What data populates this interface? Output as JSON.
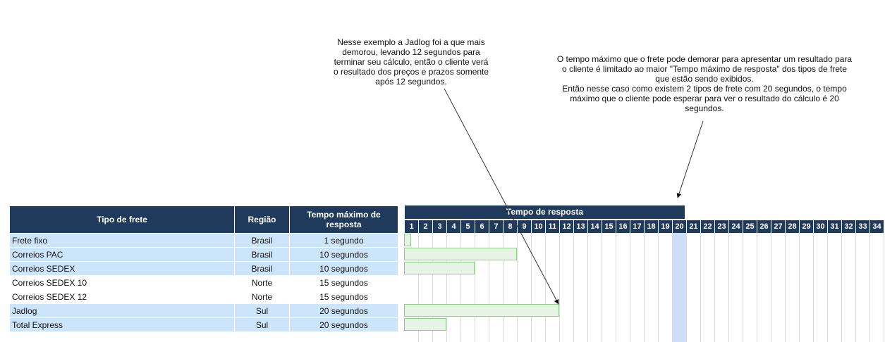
{
  "notes": {
    "jadlog": "Nesse exemplo a Jadlog foi a que mais\ndemorou, levando 12 segundos para\nterminar seu cálculo, então o cliente verá\no resultado dos preços e prazos somente\napós 12 segundos.",
    "max_time": "O tempo máximo que o frete pode demorar para apresentar um resultado para\no cliente é limitado ao maior \"Tempo máximo de resposta\" dos tipos de frete\nque estão sendo exibidos.\nEntão nesse caso como existem 2 tipos de frete com 20 segundos, o tempo\nmáximo que o cliente pode esperar para ver o resultado do cálculo é 20\nsegundos."
  },
  "table": {
    "headers": {
      "type": "Tipo de frete",
      "region": "Região",
      "max_time": "Tempo máximo de resposta"
    },
    "rows": [
      {
        "type": "Frete fixo",
        "region": "Brasil",
        "max_time": "1 segundo",
        "response_seconds": 0.5
      },
      {
        "type": "Correios PAC",
        "region": "Brasil",
        "max_time": "10 segundos",
        "response_seconds": 8
      },
      {
        "type": "Correios SEDEX",
        "region": "Brasil",
        "max_time": "10 segundos",
        "response_seconds": 5
      },
      {
        "type": "Correios SEDEX 10",
        "region": "Norte",
        "max_time": "15 segundos",
        "response_seconds": null
      },
      {
        "type": "Correios SEDEX 12",
        "region": "Norte",
        "max_time": "15 segundos",
        "response_seconds": null
      },
      {
        "type": "Jadlog",
        "region": "Sul",
        "max_time": "20 segundos",
        "response_seconds": 11
      },
      {
        "type": "Total Express",
        "region": "Sul",
        "max_time": "20 segundos",
        "response_seconds": 3
      }
    ]
  },
  "timeline": {
    "title": "Tempo de resposta",
    "seconds": [
      "1",
      "2",
      "3",
      "4",
      "5",
      "6",
      "7",
      "8",
      "9",
      "10",
      "11",
      "12",
      "13",
      "14",
      "15",
      "16",
      "17",
      "18",
      "19",
      "20",
      "21",
      "22",
      "23",
      "24",
      "25",
      "26",
      "27",
      "28",
      "29",
      "30",
      "31",
      "32",
      "33",
      "34"
    ],
    "highlighted_second": 20
  },
  "colors": {
    "header": "#1f3a5a",
    "row_alt": "#cde5fb",
    "highlight": "#cfddf7",
    "bar_fill": "#e6f5e3",
    "bar_border": "#8fcc8a"
  }
}
